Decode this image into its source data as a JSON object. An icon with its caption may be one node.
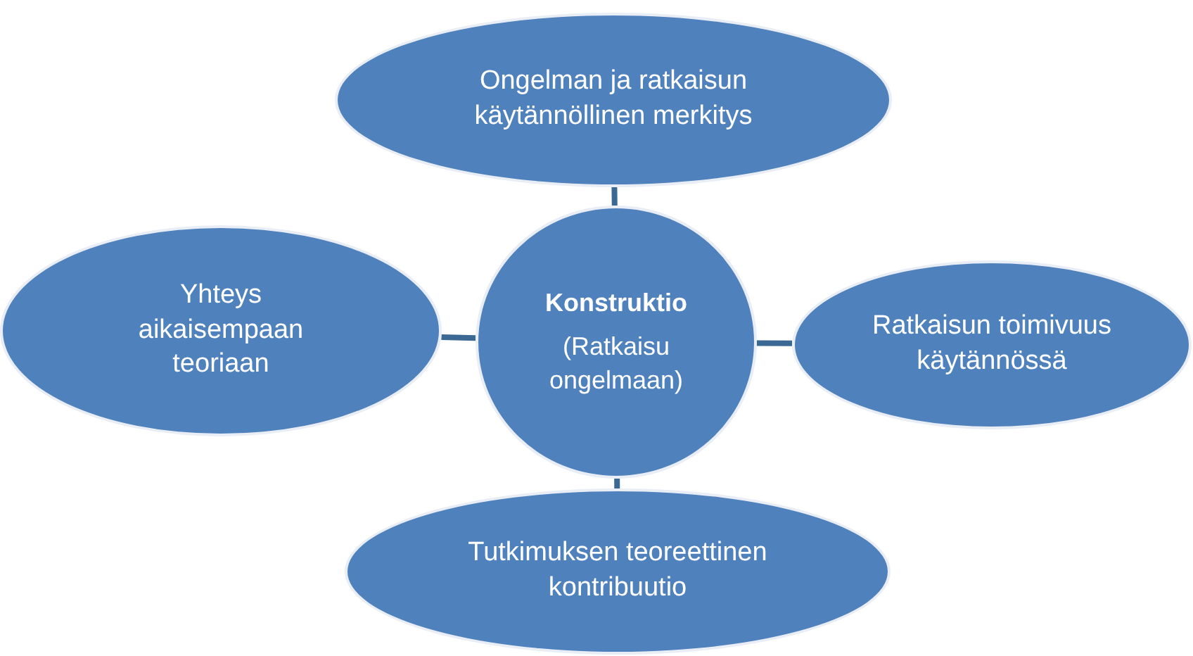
{
  "diagram": {
    "nodes": [
      {
        "text": [
          "Ongelman ja ratkaisun käytännöllinen merkitys"
        ]
      },
      {
        "text": [
          "Yhteys aikaisempaan teoriaan"
        ]
      },
      {
        "text": [
          "Konstruktio",
          "(Ratkaisu ongelmaan)"
        ]
      },
      {
        "text": [
          "Ratkaisun toimivuus käytännössä"
        ]
      },
      {
        "text": [
          "Tutkimuksen teoreettinen kontribuutio"
        ]
      }
    ],
    "edges": [
      {
        "from": 2,
        "to": 0,
        "arrow": "none"
      },
      {
        "from": 2,
        "to": 1,
        "arrow": "none"
      },
      {
        "from": 2,
        "to": 3,
        "arrow": "none"
      },
      {
        "from": 2,
        "to": 4,
        "arrow": "none"
      }
    ]
  }
}
